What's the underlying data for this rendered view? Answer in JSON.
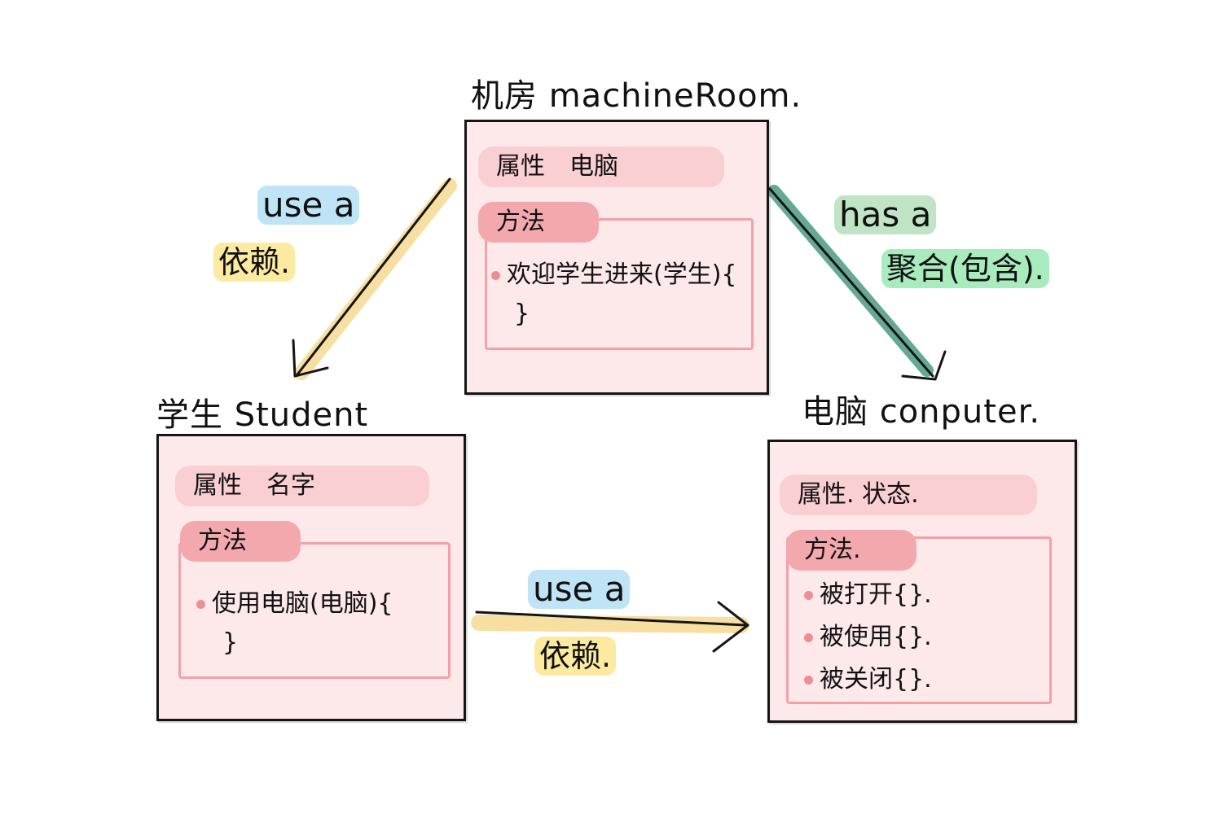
{
  "colors": {
    "box_fill": "#fde9ea",
    "attr_highlight": "#f9cfd3",
    "method_highlight": "#f3a8ae",
    "method_frame": "#f2a1a8",
    "use_highlight": "#bfe4f6",
    "dependency_highlight": "#fbeaa0",
    "has_highlight": "#bfe4c6",
    "aggregation_highlight": "#a8ebbd",
    "dependency_arrow": "#f6dfa0",
    "aggregation_arrow": "#4a9a82"
  },
  "machine_room": {
    "title": "机房 machineRoom.",
    "attr": "属性　电脑",
    "method_label": "方法",
    "methods": [
      "欢迎学生进来(学生){"
    ],
    "close_brace": "}"
  },
  "student": {
    "title": "学生 Student",
    "attr": "属性　名字",
    "method_label": "方法",
    "methods": [
      "使用电脑(电脑){"
    ],
    "close_brace": "}"
  },
  "computer": {
    "title": "电脑 conputer.",
    "attr": "属性. 状态.",
    "method_label": "方法.",
    "methods": [
      "被打开{}.",
      "被使用{}.",
      "被关闭{}."
    ]
  },
  "relations": {
    "room_to_student": {
      "line1": "use a",
      "line2": "依赖."
    },
    "room_to_computer": {
      "line1": "has a",
      "line2": "聚合(包含)."
    },
    "student_to_computer": {
      "line1": "use a",
      "line2": "依赖."
    }
  }
}
